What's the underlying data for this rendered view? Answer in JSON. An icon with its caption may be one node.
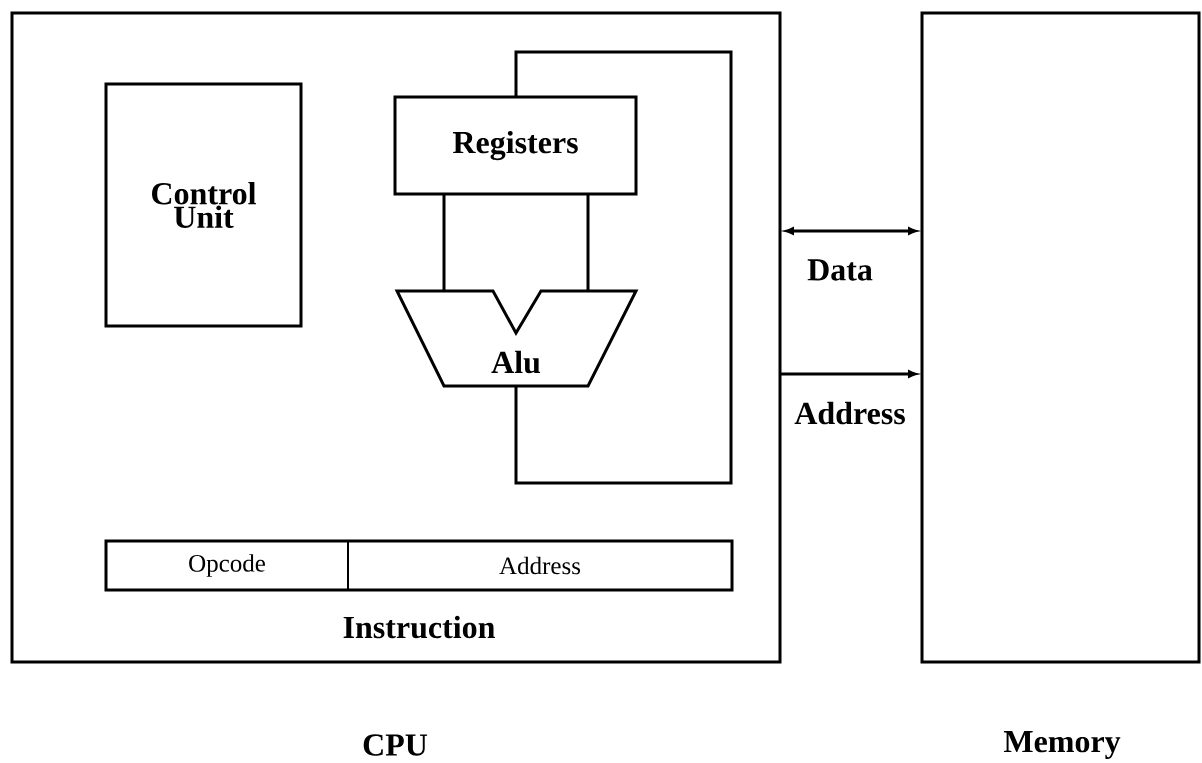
{
  "diagram": {
    "nodes": [
      {
        "text": [
          "CPU"
        ]
      },
      {
        "text": [
          "Memory"
        ]
      },
      {
        "text": [
          "Control Unit"
        ],
        "in": 0
      },
      {
        "text": [
          "Registers"
        ],
        "in": 0
      },
      {
        "text": [
          "Alu"
        ],
        "in": 0
      },
      {
        "text": [
          "Instruction"
        ],
        "in": 0
      },
      {
        "text": [
          "Opcode"
        ],
        "in": 5
      },
      {
        "text": [
          "Address"
        ],
        "in": 5
      }
    ],
    "edges": [
      {
        "from": 3,
        "to": 4,
        "arrow": "none"
      },
      {
        "from": 3,
        "to": 4,
        "arrow": "none"
      },
      {
        "from": 4,
        "to": 3,
        "arrow": "none"
      },
      {
        "from": 0,
        "to": 1,
        "arrow": "both",
        "label": "Data"
      },
      {
        "from": 0,
        "to": 1,
        "arrow": "to",
        "label": "Address"
      }
    ]
  }
}
